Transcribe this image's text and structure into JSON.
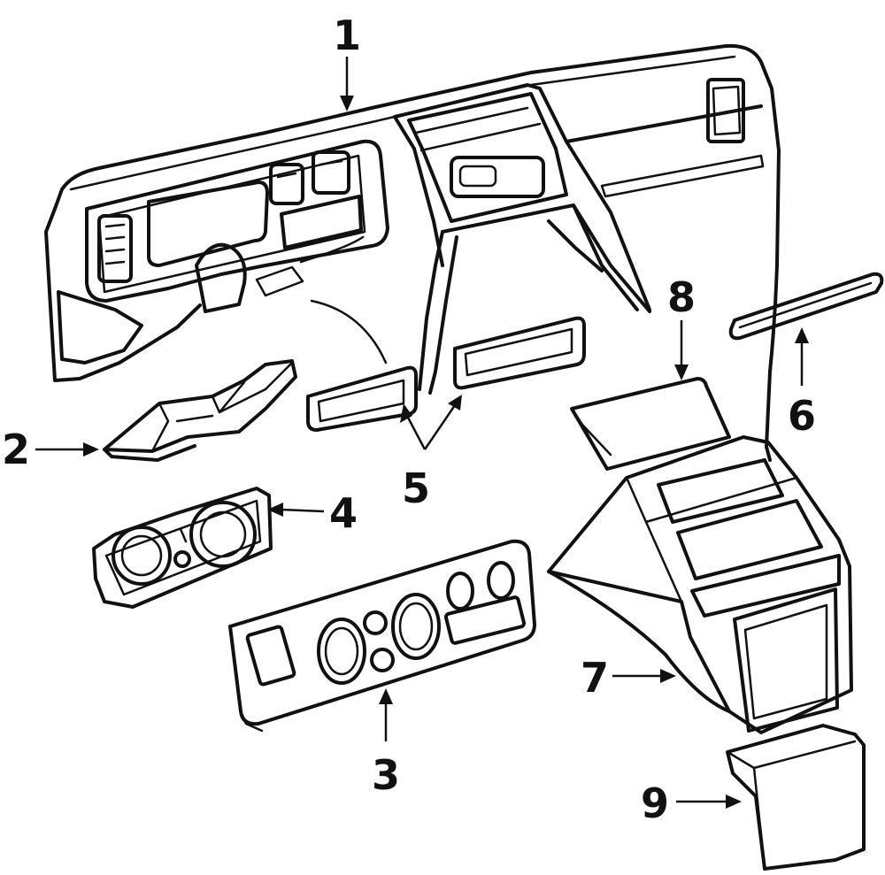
{
  "callouts": {
    "c1": "1",
    "c2": "2",
    "c3": "3",
    "c4": "4",
    "c5": "5",
    "c6": "6",
    "c7": "7",
    "c8": "8",
    "c9": "9"
  },
  "colors": {
    "ink": "#111111",
    "background": "#ffffff"
  }
}
